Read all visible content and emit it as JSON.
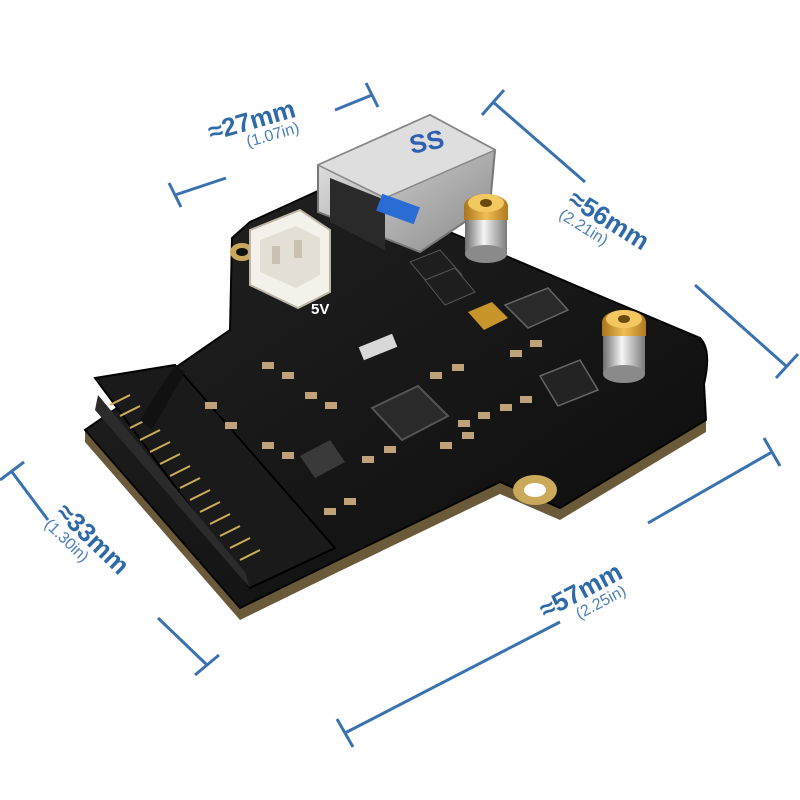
{
  "board": {
    "connector_label": "5V",
    "usb_logo": "SS"
  },
  "dimensions": {
    "top": {
      "main": "≈27mm",
      "sub": "(1.07in)"
    },
    "right": {
      "main": "≈56mm",
      "sub": "(2.21in)"
    },
    "left": {
      "main": "≈33mm",
      "sub": "(1.30in)"
    },
    "bottom": {
      "main": "≈57mm",
      "sub": "(2.25in)"
    }
  },
  "colors": {
    "dimension_line": "#3a72b0",
    "pcb": "#141414",
    "brass": "#d9a13a",
    "usb_blue": "#2b6cd4"
  }
}
